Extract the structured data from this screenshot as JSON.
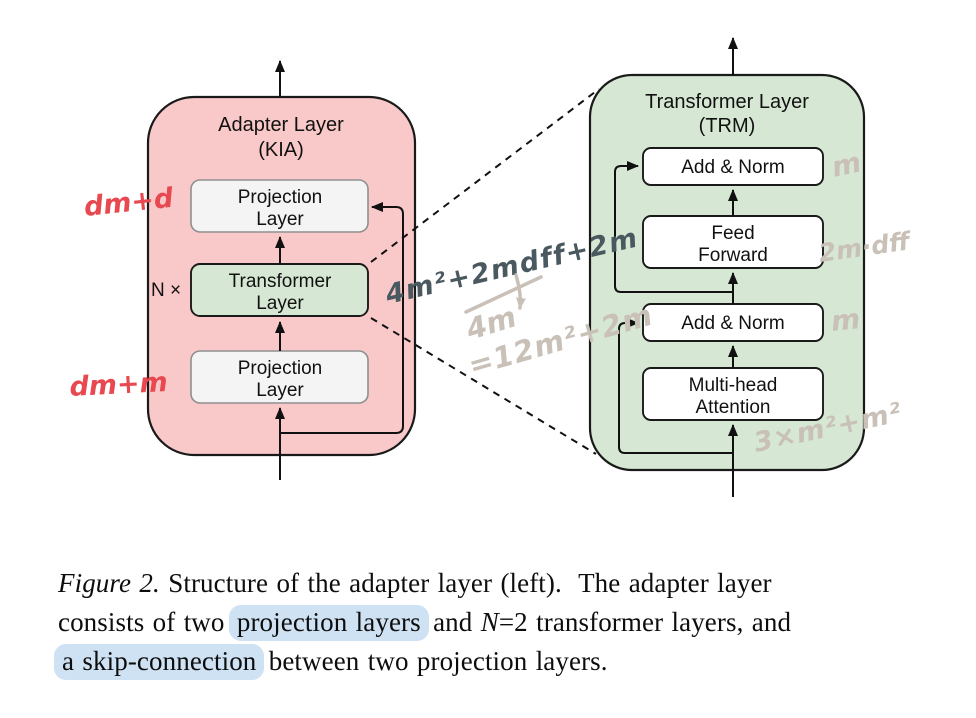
{
  "figure": {
    "adapter": {
      "title1": "Adapter Layer",
      "title2": "(KIA)",
      "n_label": "N ×",
      "proj_top1": "Projection",
      "proj_top2": "Layer",
      "trm1": "Transformer",
      "trm2": "Layer",
      "proj_bot1": "Projection",
      "proj_bot2": "Layer"
    },
    "trm": {
      "title1": "Transformer Layer",
      "title2": "(TRM)",
      "addnorm_top": "Add & Norm",
      "ff1": "Feed",
      "ff2": "Forward",
      "addnorm_mid": "Add & Norm",
      "mha1": "Multi-head",
      "mha2": "Attention"
    },
    "handwriting": {
      "red_top": "dm+d",
      "red_bottom": "dm+m",
      "dark_formula": "4m²+2mdff+2m",
      "gray_4m": "4m",
      "gray_result": "=12m²+2m",
      "gray_m_top": "m",
      "gray_ff_cost": "2m·dff",
      "gray_m_mid": "m",
      "gray_attn_cost": "3×m²+m²"
    }
  },
  "caption": {
    "fig": "Figure 2.",
    "l1": " Structure of the adapter layer (left).  The adapter layer",
    "l2a": "consists of two ",
    "l2hl": "projection layers",
    "l2b": " and ",
    "l2N": "N",
    "l2c": "=2 transformer layers, and",
    "l3hl": "a skip-connection",
    "l3": " between two projection layers."
  },
  "colors": {
    "adapter_fill": "#f9c9c9",
    "trm_fill": "#d6e8d4",
    "projection_fill": "#f4f4f4",
    "inner_box_white": "#ffffff",
    "outline": "#1a1a1a",
    "red_ink": "#e8484f",
    "dark_ink": "#4a5960",
    "light_ink": "#c9c0b8",
    "caption_highlight": "#cfe2f4"
  }
}
